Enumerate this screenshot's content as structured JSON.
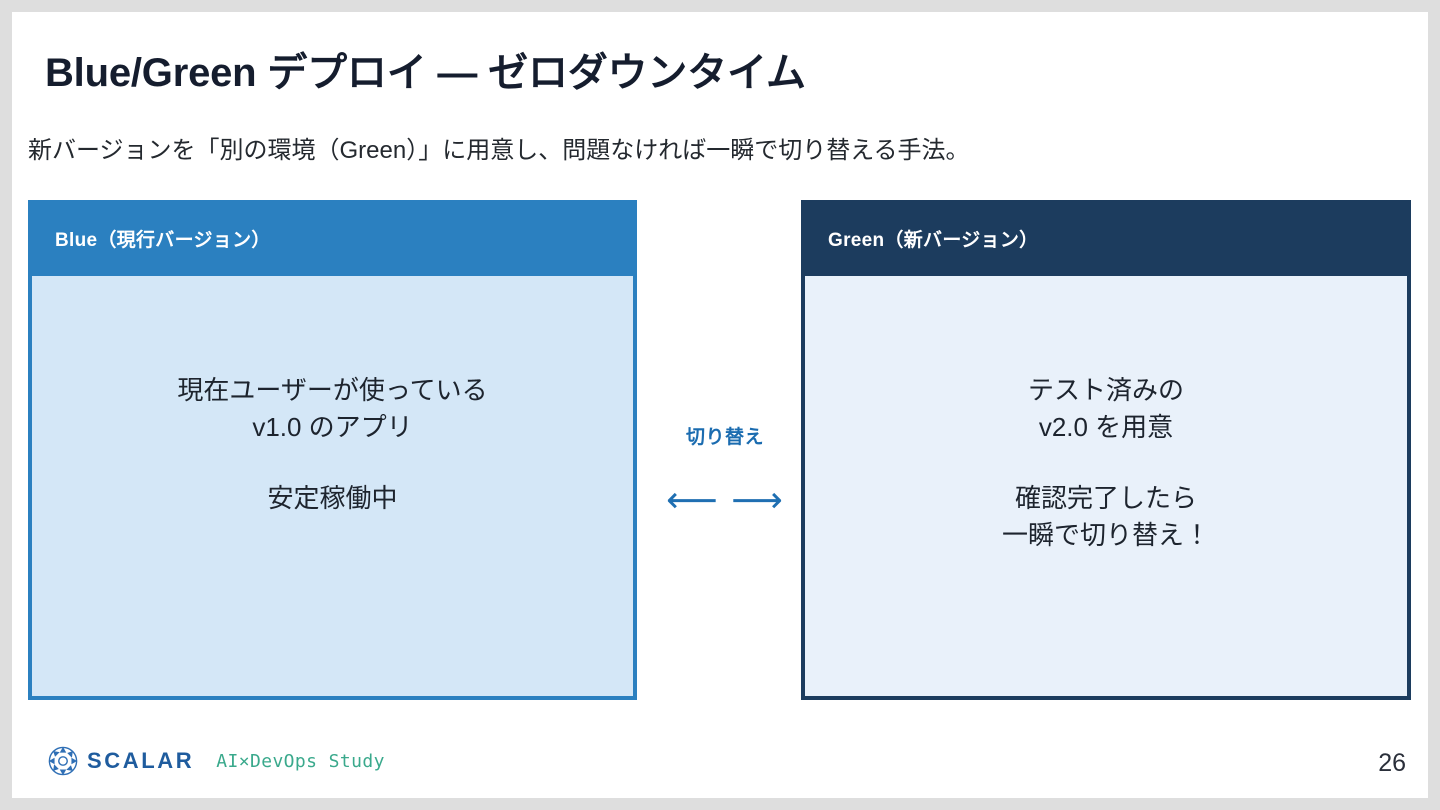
{
  "slide": {
    "title": "Blue/Green デプロイ — ゼロダウンタイム",
    "subtitle": "新バージョンを「別の環境（Green）」に用意し、問題なければ一瞬で切り替える手法。",
    "page_number": "26",
    "background_color": "#ffffff",
    "canvas_color": "#dedede"
  },
  "cards": {
    "blue": {
      "header_label": "Blue（現行バージョン）",
      "header_color": "#2b80c0",
      "body_color": "#d4e7f7",
      "border_color": "#2b80c0",
      "body_lines": [
        "現在ユーザーが使っている",
        "v1.0 のアプリ"
      ],
      "body_lines_2": [
        "安定稼働中"
      ]
    },
    "green": {
      "header_label": "Green（新バージョン）",
      "header_color": "#1c3c5e",
      "body_color": "#e9f1fa",
      "border_color": "#1c3c5e",
      "body_lines": [
        "テスト済みの",
        "v2.0 を用意"
      ],
      "body_lines_2": [
        "確認完了したら",
        "一瞬で切り替え！"
      ]
    }
  },
  "switch": {
    "label": "切り替え",
    "arrows": "⟵ ⟶",
    "color": "#1b6cb0"
  },
  "footer": {
    "brand_name": "SCALAR",
    "brand_color": "#1f5c9e",
    "tagline": "AI×DevOps Study",
    "tagline_color": "#3aa98c",
    "logo_icon": "scalar-emblem-icon"
  }
}
